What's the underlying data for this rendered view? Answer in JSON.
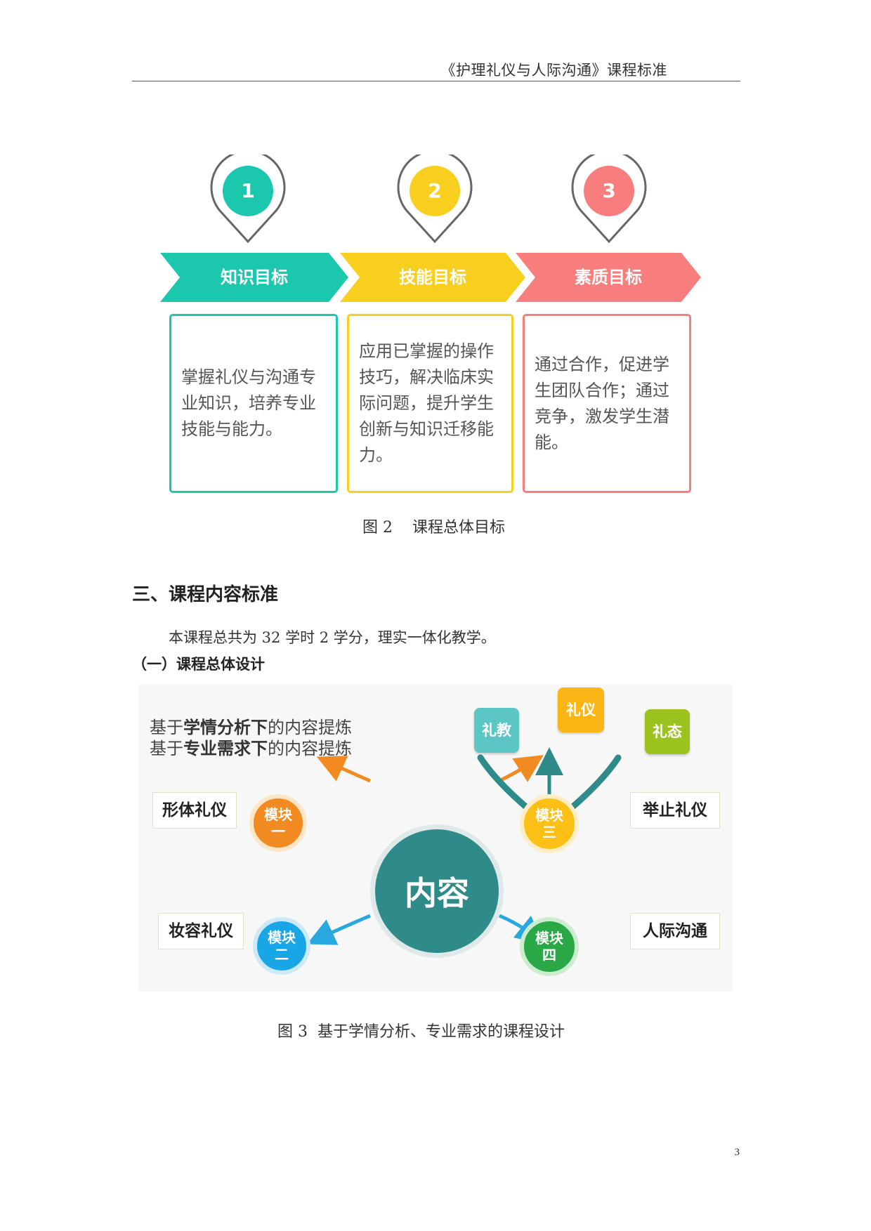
{
  "header": {
    "title": "《护理礼仪与人际沟通》课程标准"
  },
  "figure2": {
    "goals": [
      {
        "number": "1",
        "label": "知识目标",
        "text": "掌握礼仪与沟通专业知识，培养专业技能与能力。",
        "color": "#1bc8ae"
      },
      {
        "number": "2",
        "label": "技能目标",
        "text": "应用已掌握的操作技巧，解决临床实际问题，提升学生创新与知识迁移能力。",
        "color": "#f9cf1f"
      },
      {
        "number": "3",
        "label": "素质目标",
        "text": "通过合作，促进学生团队合作；通过竞争，激发学生潜能。",
        "color": "#f87d7d"
      }
    ],
    "caption": "图 2    课程总体目标"
  },
  "section": {
    "title": "三、课程内容标准",
    "paragraph": "本课程总共为 32 学时 2 学分，理实一体化教学。",
    "subheading": "（一）课程总体设计"
  },
  "figure3": {
    "line1": {
      "prefix": "基于",
      "bold": "学情分析下",
      "suffix": "的内容提炼"
    },
    "line2": {
      "prefix": "基于",
      "bold": "专业需求下",
      "suffix": "的内容提炼"
    },
    "center": "内容",
    "modules": [
      {
        "line1": "模块",
        "line2": "一",
        "topic": "形体礼仪",
        "color": "#f28a22"
      },
      {
        "line1": "模块",
        "line2": "二",
        "topic": "妆容礼仪",
        "color": "#18a6e6"
      },
      {
        "line1": "模块",
        "line2": "三",
        "topic": "举止礼仪",
        "color": "#fbbf16"
      },
      {
        "line1": "模块",
        "line2": "四",
        "topic": "人际沟通",
        "color": "#2aa845"
      }
    ],
    "tags": [
      {
        "label": "礼教",
        "color": "#5cc6c4"
      },
      {
        "label": "礼仪",
        "color": "#fbb514"
      },
      {
        "label": "礼态",
        "color": "#9bc21f"
      }
    ],
    "caption": "图 3  基于学情分析、专业需求的课程设计"
  },
  "page_number": "3"
}
